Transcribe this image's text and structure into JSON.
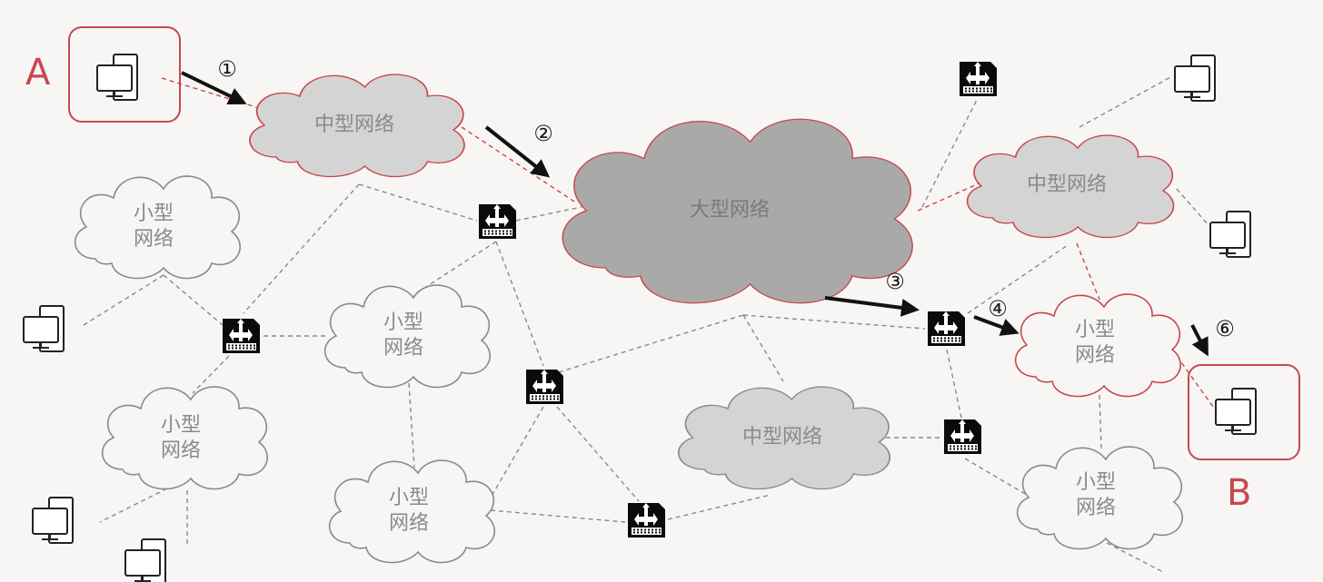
{
  "endpoints": {
    "source": "A",
    "destination": "B"
  },
  "networks": {
    "medium_1": "中型网络",
    "large": "大型网络",
    "medium_2": "中型网络",
    "medium_3": "中型网络",
    "small_path": [
      "小型",
      "网络"
    ],
    "small_left_1": [
      "小型",
      "网络"
    ],
    "small_left_2": [
      "小型",
      "网络"
    ],
    "small_center_1": [
      "小型",
      "网络"
    ],
    "small_center_2": [
      "小型",
      "网络"
    ],
    "small_right": [
      "小型",
      "网络"
    ]
  },
  "steps": [
    "①",
    "②",
    "③",
    "④",
    "⑥"
  ],
  "colors": {
    "path_highlight": "#c8474d",
    "small_cloud_fill": "#f7f6f4",
    "medium_cloud_fill": "#d4d4d4",
    "large_cloud_fill": "#a9a9a9"
  },
  "icons": {
    "host": "computer-icon",
    "router": "router-icon"
  }
}
